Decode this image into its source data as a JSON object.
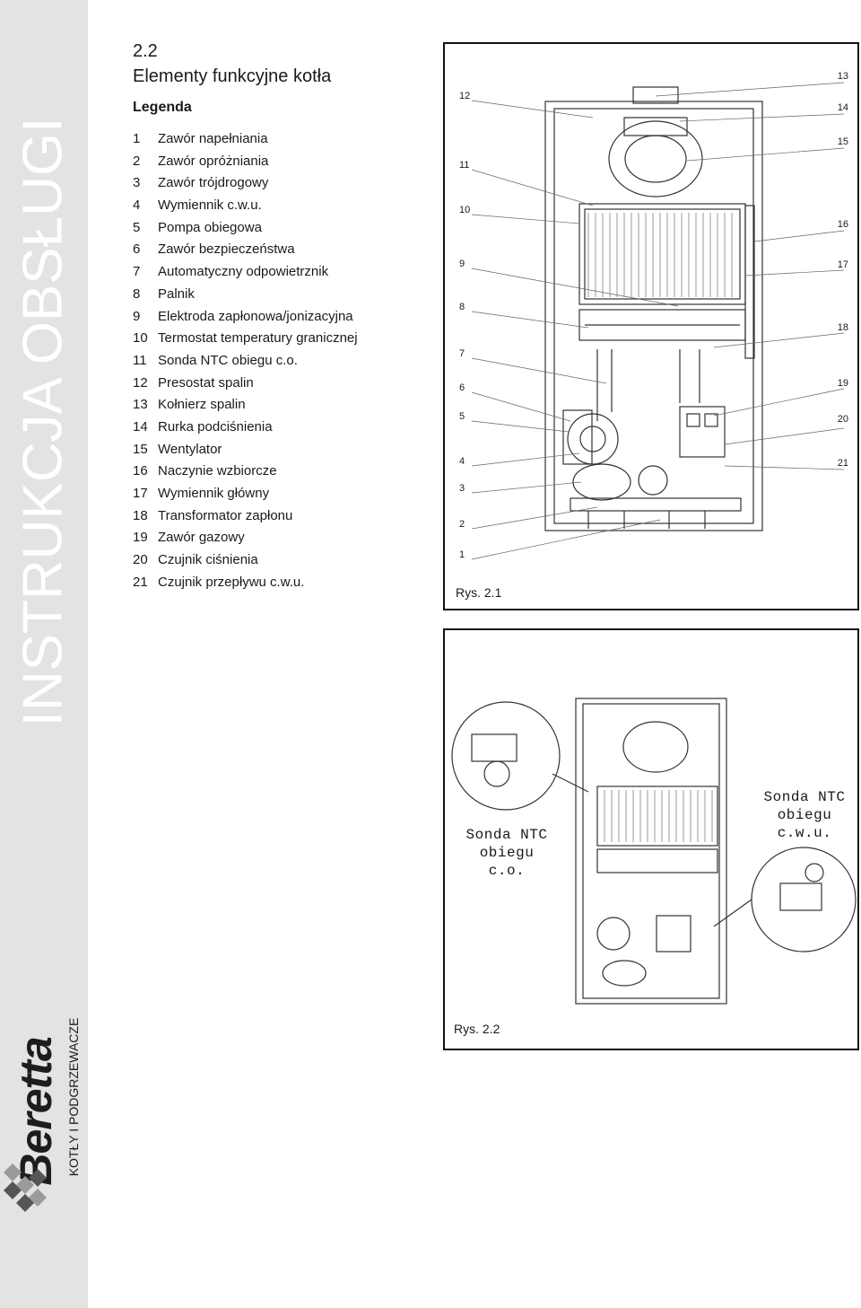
{
  "sidebar": {
    "title": "INSTRUKCJA OBSŁUGI",
    "brand": "Beretta",
    "brand_sub": "KOTŁY I PODGRZEWACZE"
  },
  "section": {
    "number": "2.2",
    "title": "Elementy funkcyjne kotła",
    "legend_title": "Legenda",
    "legend": [
      {
        "n": "1",
        "text": "Zawór napełniania"
      },
      {
        "n": "2",
        "text": "Zawór opróżniania"
      },
      {
        "n": "3",
        "text": "Zawór trójdrogowy"
      },
      {
        "n": "4",
        "text": "Wymiennik c.w.u."
      },
      {
        "n": "5",
        "text": "Pompa obiegowa"
      },
      {
        "n": "6",
        "text": "Zawór bezpieczeństwa"
      },
      {
        "n": "7",
        "text": "Automatyczny odpowietrznik"
      },
      {
        "n": "8",
        "text": "Palnik"
      },
      {
        "n": "9",
        "text": "Elektroda zapłonowa/jonizacyjna"
      },
      {
        "n": "10",
        "text": "Termostat temperatury granicznej"
      },
      {
        "n": "11",
        "text": "Sonda NTC obiegu c.o."
      },
      {
        "n": "12",
        "text": "Presostat spalin"
      },
      {
        "n": "13",
        "text": "Kołnierz spalin"
      },
      {
        "n": "14",
        "text": "Rurka podciśnienia"
      },
      {
        "n": "15",
        "text": "Wentylator"
      },
      {
        "n": "16",
        "text": "Naczynie wzbiorcze"
      },
      {
        "n": "17",
        "text": "Wymiennik główny"
      },
      {
        "n": "18",
        "text": "Transformator zapłonu"
      },
      {
        "n": "19",
        "text": "Zawór gazowy"
      },
      {
        "n": "20",
        "text": "Czujnik ciśnienia"
      },
      {
        "n": "21",
        "text": "Czujnik przepływu c.w.u."
      }
    ]
  },
  "figure1": {
    "caption": "Rys. 2.1",
    "left_labels": [
      "12",
      "11",
      "10",
      "9",
      "8",
      "7",
      "6",
      "5",
      "4",
      "3",
      "2",
      "1"
    ],
    "right_labels": [
      "13",
      "14",
      "15",
      "16",
      "17",
      "18",
      "19",
      "20",
      "21"
    ]
  },
  "figure2": {
    "caption": "Rys. 2.2",
    "ntc_co": [
      "Sonda NTC",
      "obiegu c.o."
    ],
    "ntc_cwu": [
      "Sonda NTC",
      "obiegu",
      "c.w.u."
    ]
  }
}
